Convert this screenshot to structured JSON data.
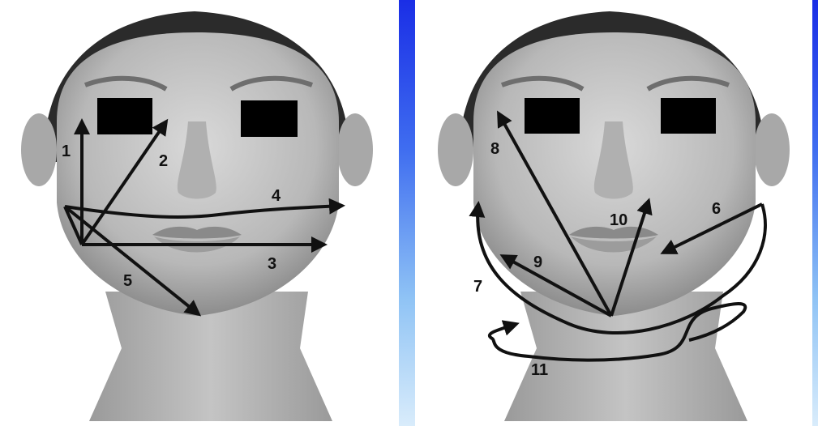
{
  "panels": [
    {
      "id": "left",
      "labels": [
        "1",
        "2",
        "3",
        "4",
        "5"
      ]
    },
    {
      "id": "right",
      "labels": [
        "6",
        "7",
        "8",
        "9",
        "10",
        "11"
      ]
    }
  ],
  "colors": {
    "arrow": "#111111",
    "eye_bar": "#000000",
    "divider": "#2a44ee"
  },
  "icons": [
    "face-illustration",
    "eye-censor-bar",
    "arrow"
  ]
}
